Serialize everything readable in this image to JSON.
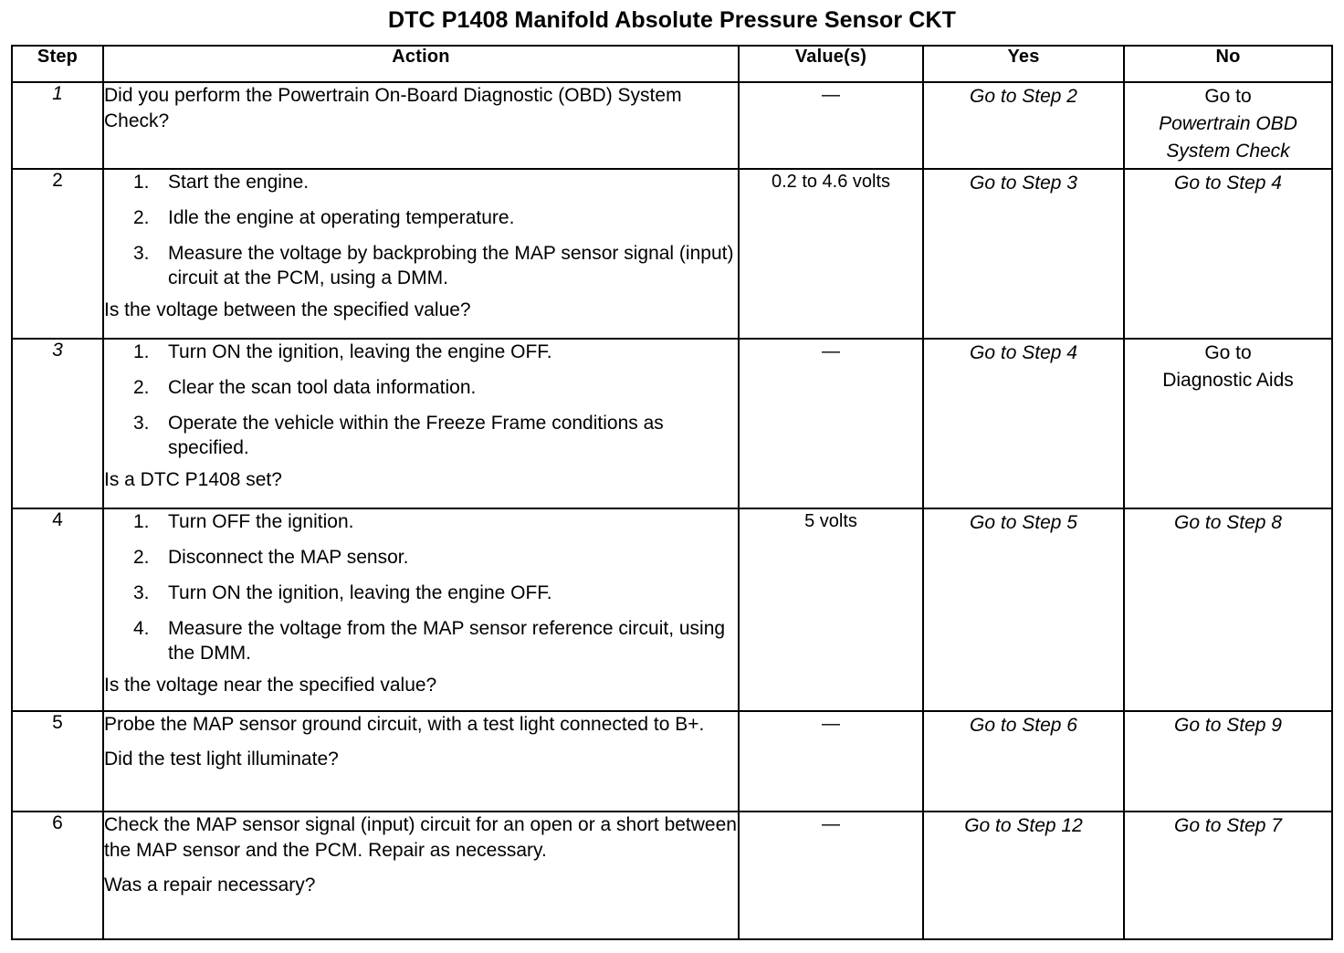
{
  "document": {
    "title": "DTC P1408 Manifold Absolute Pressure Sensor CKT"
  },
  "table": {
    "headers": {
      "step": "Step",
      "action": "Action",
      "value": "Value(s)",
      "yes": "Yes",
      "no": "No"
    },
    "rows": [
      {
        "step": "1",
        "step_italic": true,
        "action": {
          "type": "paragraph",
          "text": "Did you perform the Powertrain On-Board Diagnostic (OBD) System Check?"
        },
        "value": "—",
        "yes": "Go to Step 2",
        "yes_italic": true,
        "no_prefix": "Go to",
        "no": "Powertrain OBD System Check",
        "no_italic": true
      },
      {
        "step": "2",
        "step_italic": false,
        "action": {
          "type": "list",
          "items": [
            {
              "num": "1.",
              "text": "Start the engine."
            },
            {
              "num": "2.",
              "text": "Idle the engine at operating temperature."
            },
            {
              "num": "3.",
              "text": "Measure the voltage by backprobing the MAP sensor signal (input) circuit at the PCM, using a DMM."
            }
          ],
          "question": "Is the voltage between the specified value?"
        },
        "value": "0.2 to 4.6 volts",
        "yes": "Go to Step 3",
        "yes_italic": true,
        "no_prefix": "",
        "no": "Go to Step 4",
        "no_italic": true
      },
      {
        "step": "3",
        "step_italic": true,
        "action": {
          "type": "list",
          "items": [
            {
              "num": "1.",
              "text": "Turn ON the ignition, leaving the engine OFF."
            },
            {
              "num": "2.",
              "text": "Clear the scan tool data information."
            },
            {
              "num": "3.",
              "text": "Operate the vehicle within the Freeze Frame conditions as specified."
            }
          ],
          "question": "Is a DTC P1408 set?"
        },
        "value": "—",
        "yes": "Go to Step 4",
        "yes_italic": true,
        "no_prefix": "Go to",
        "no": "Diagnostic Aids",
        "no_italic": false
      },
      {
        "step": "4",
        "step_italic": false,
        "action": {
          "type": "list",
          "items": [
            {
              "num": "1.",
              "text": "Turn OFF the ignition."
            },
            {
              "num": "2.",
              "text": "Disconnect the MAP sensor."
            },
            {
              "num": "3.",
              "text": "Turn ON the ignition, leaving the engine OFF."
            },
            {
              "num": "4.",
              "text": "Measure the voltage from the MAP sensor reference circuit, using the DMM."
            }
          ],
          "question": "Is the voltage near the specified value?"
        },
        "value": "5 volts",
        "yes": "Go to Step 5",
        "yes_italic": true,
        "no_prefix": "",
        "no": "Go to Step 8",
        "no_italic": true
      },
      {
        "step": "5",
        "step_italic": false,
        "action": {
          "type": "paragraph-question",
          "text": "Probe the MAP sensor ground circuit, with a test light connected to B+.",
          "question": "Did the test light illuminate?"
        },
        "value": "—",
        "yes": "Go to Step 6",
        "yes_italic": true,
        "no_prefix": "",
        "no": "Go to Step 9",
        "no_italic": true
      },
      {
        "step": "6",
        "step_italic": false,
        "action": {
          "type": "paragraph-question",
          "text": "Check the MAP sensor signal (input) circuit for an open or a short between the MAP sensor and the PCM. Repair as necessary.",
          "question": "Was a repair necessary?"
        },
        "value": "—",
        "yes": "Go to Step 12",
        "yes_italic": true,
        "no_prefix": "",
        "no": "Go to Step 7",
        "no_italic": true
      }
    ]
  }
}
